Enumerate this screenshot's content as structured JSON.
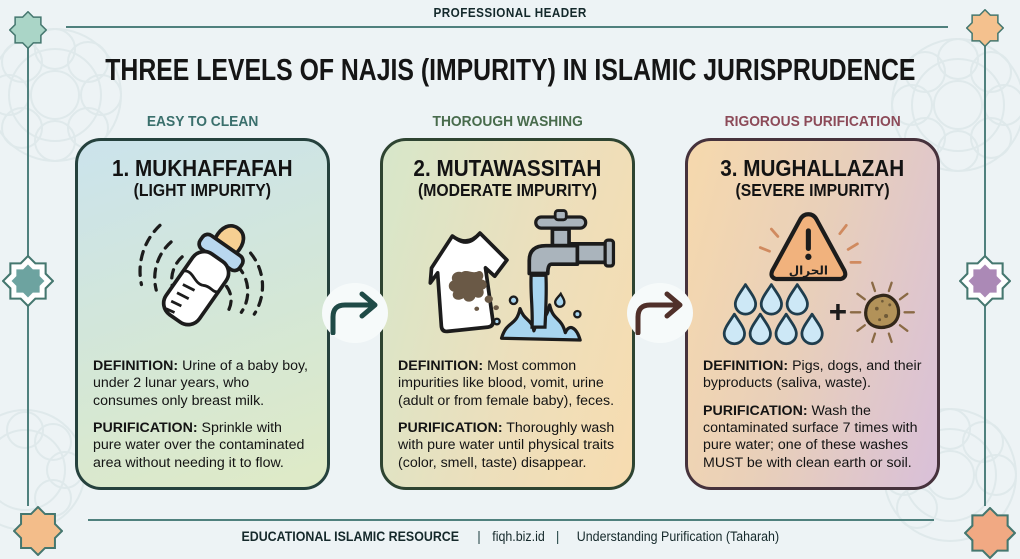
{
  "page": {
    "kicker": "PROFESSIONAL HEADER",
    "title": "THREE LEVELS OF NAJIS (IMPURITY) IN ISLAMIC JURISPRUDENCE"
  },
  "columns": [
    {
      "tag": "EASY TO CLEAN"
    },
    {
      "tag": "THOROUGH WASHING"
    },
    {
      "tag": "RIGOROUS PURIFICATION"
    }
  ],
  "cards": [
    {
      "title": "1. MUKHAFFAFAH",
      "subtitle": "(LIGHT IMPURITY)",
      "icon": "baby-bottle-icon",
      "definition_label": "DEFINITION:",
      "definition_text": "Urine of a baby boy, under 2 lunar years, who consumes only breast milk.",
      "purification_label": "PURIFICATION:",
      "purification_text": "Sprinkle with pure water over the contaminated area without needing it to flow."
    },
    {
      "title": "2. MUTAWASSITAH",
      "subtitle": "(MODERATE IMPURITY)",
      "icon": "stained-shirt-faucet-icon",
      "definition_label": "DEFINITION:",
      "definition_text": "Most common impurities like blood, vomit, urine (adult or from female baby), feces.",
      "purification_label": "PURIFICATION:",
      "purification_text": "Thoroughly wash with pure water until physical traits (color, smell, taste) disappear."
    },
    {
      "title": "3. MUGHALLAZAH",
      "subtitle": "(SEVERE IMPURITY)",
      "icon": "warning-water-earth-icon",
      "warning_arabic": "الحرال",
      "plus_sign": "+",
      "definition_label": "DEFINITION:",
      "definition_text": "Pigs, dogs, and their byproducts (saliva, waste).",
      "purification_label": "PURIFICATION:",
      "purification_text": "Wash the contaminated surface 7 times with pure water; one of these washes MUST be with clean earth or soil."
    }
  ],
  "footer": {
    "separator": "|",
    "items": [
      "EDUCATIONAL ISLAMIC RESOURCE",
      "fiqh.biz.id",
      "Understanding Purification (Taharah)"
    ]
  },
  "colors": {
    "background": "#edf3f5",
    "frame_line": "#4f807d",
    "tag_easy": "#3a6f6c",
    "tag_thorough": "#486b4c",
    "tag_rigorous": "#8c4a58",
    "card1_border": "#25413d",
    "card2_border": "#2e4431",
    "card3_border": "#46323c",
    "arrow1": "#1f4a46",
    "arrow2": "#50302a",
    "star_teal": "#aad5c7",
    "star_orange": "#f4c18e",
    "star_purple": "#ab89b6"
  }
}
